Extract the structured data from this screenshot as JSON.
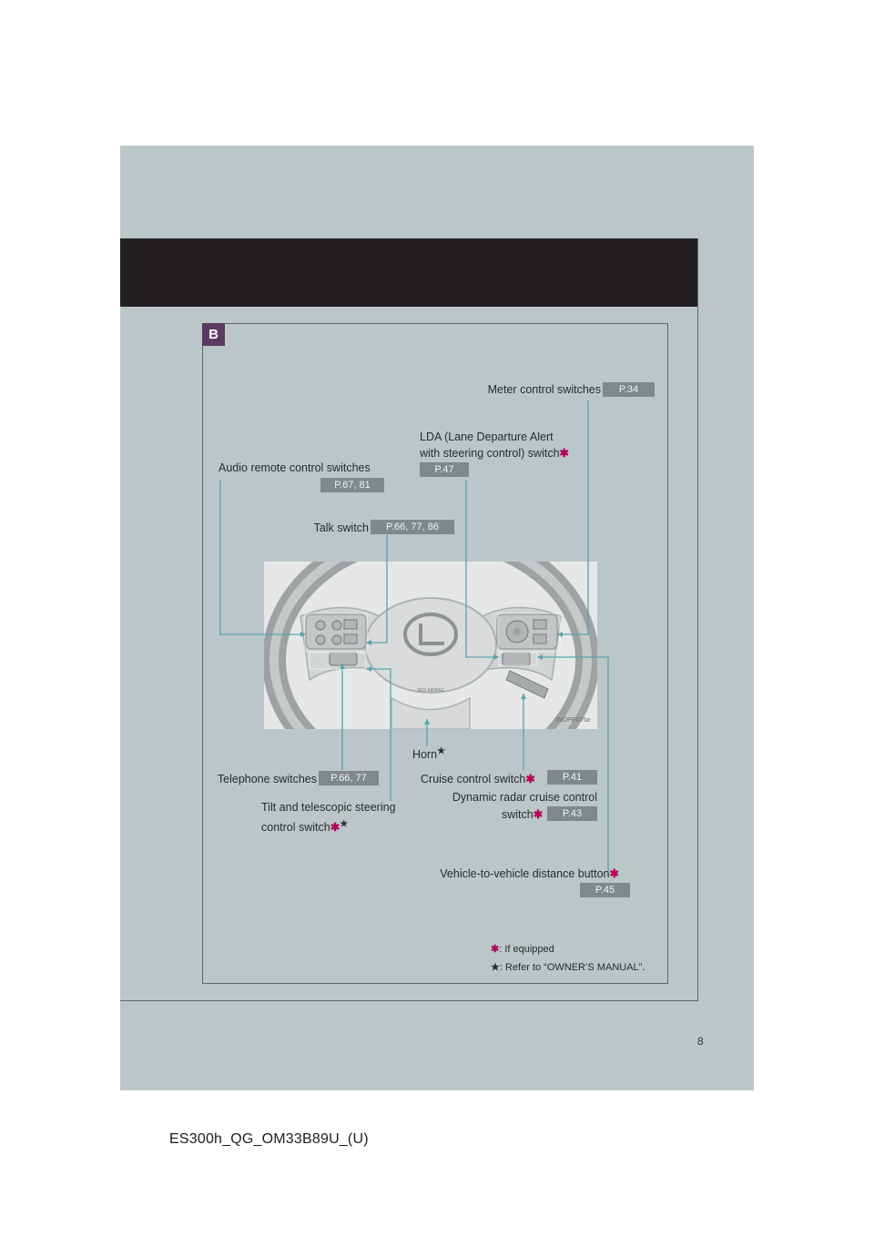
{
  "section": {
    "badge": "B"
  },
  "labels": {
    "meter": {
      "text": "Meter control switches",
      "ref": "P.34"
    },
    "lda": {
      "line1": "LDA (Lane Departure Alert",
      "line2": "with steering control) switch",
      "ref": "P.47"
    },
    "audio": {
      "text": "Audio remote control switches",
      "ref": "P.67, 81"
    },
    "talk": {
      "text": "Talk switch",
      "ref": "P.66, 77, 86"
    },
    "horn": {
      "text": "Horn"
    },
    "telephone": {
      "text": "Telephone switches",
      "ref": "P.66, 77"
    },
    "cruise": {
      "text": "Cruise control switch",
      "ref": "P.41"
    },
    "drcc": {
      "line1": "Dynamic radar cruise control",
      "line2": "switch",
      "ref": "P.43"
    },
    "tilt": {
      "line1": "Tilt and telescopic steering",
      "line2": "control switch"
    },
    "distance": {
      "text": "Vehicle-to-vehicle distance button",
      "ref": "P.45"
    }
  },
  "photo": {
    "code": "INOPE075a"
  },
  "footnotes": {
    "equipped": ": If equipped",
    "manual": ": Refer to “OWNER’S MANUAL”."
  },
  "symbols": {
    "equipped_mark": "✱",
    "manual_mark": "★"
  },
  "page": {
    "number": "8",
    "doc_code": "ES300h_QG_OM33B89U_(U)"
  },
  "colors": {
    "reference_fill": "#7f898b",
    "leader_line": "#5aa2ad",
    "badge": "#5c3a63",
    "equipped_mark": "#b5005b"
  }
}
